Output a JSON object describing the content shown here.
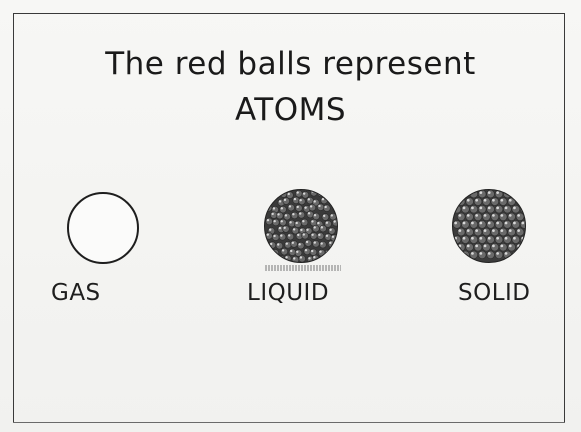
{
  "slide": {
    "title_line1": "The red balls represent",
    "title_line2": "ATOMS"
  },
  "states": [
    {
      "label": "GAS"
    },
    {
      "label": "LIQUID"
    },
    {
      "label": "SOLID"
    }
  ]
}
